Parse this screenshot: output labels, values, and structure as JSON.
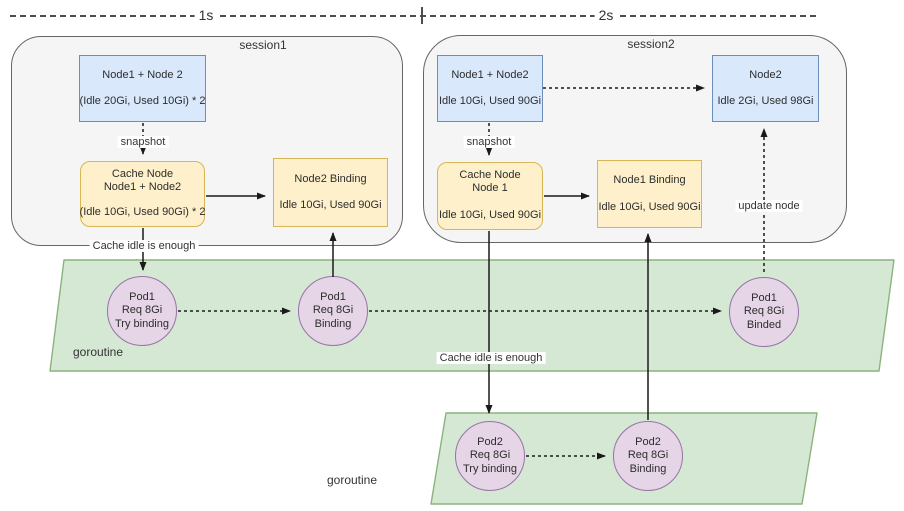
{
  "timeline": {
    "segment1_label": "1s",
    "segment2_label": "2s"
  },
  "session1": {
    "title": "session1",
    "nodes_box": {
      "line1": "Node1 + Node 2",
      "line2": "(Idle 20Gi, Used 10Gi) * 2"
    },
    "snapshot_label": "snapshot",
    "cache_box": {
      "line1": "Cache Node",
      "line2": "Node1 + Node2",
      "line3": "(Idle 10Gi, Used 90Gi) * 2"
    },
    "binding_box": {
      "line1": "Node2 Binding",
      "line2": "Idle 10Gi, Used 90Gi"
    },
    "cache_idle_label": "Cache idle is enough"
  },
  "session2": {
    "title": "session2",
    "nodes_box": {
      "line1": "Node1 + Node2",
      "line2": "Idle 10Gi, Used 90Gi"
    },
    "node2_box": {
      "line1": "Node2",
      "line2": "Idle 2Gi, Used 98Gi"
    },
    "snapshot_label": "snapshot",
    "cache_box": {
      "line1": "Cache Node",
      "line2": "Node 1",
      "line3": "Idle 10Gi, Used 90Gi"
    },
    "binding_box": {
      "line1": "Node1 Binding",
      "line2": "Idle 10Gi, Used 90Gi"
    },
    "cache_idle_label": "Cache idle is enough",
    "update_node_label": "update node"
  },
  "goroutine1": {
    "label": "goroutine",
    "pods": [
      {
        "line1": "Pod1",
        "line2": "Req 8Gi",
        "line3": "Try binding"
      },
      {
        "line1": "Pod1",
        "line2": "Req 8Gi",
        "line3": "Binding"
      },
      {
        "line1": "Pod1",
        "line2": "Req 8Gi",
        "line3": "Binded"
      }
    ]
  },
  "goroutine2": {
    "label": "goroutine",
    "pods": [
      {
        "line1": "Pod2",
        "line2": "Req 8Gi",
        "line3": "Try binding"
      },
      {
        "line1": "Pod2",
        "line2": "Req 8Gi",
        "line3": "Binding"
      }
    ]
  },
  "colors": {
    "node_box_fill": "#dae8fc",
    "node_box_border": "#6c8ebf",
    "cache_box_fill": "#fdf0cb",
    "cache_box_border": "#d6b656",
    "pod_fill": "#e5d5e7",
    "pod_border": "#9673a6",
    "goroutine_fill": "#d5e8d4",
    "goroutine_border": "#8cb37f",
    "session_fill": "#f5f5f5",
    "session_border": "#666666",
    "arrow": "#1a1a1a"
  }
}
